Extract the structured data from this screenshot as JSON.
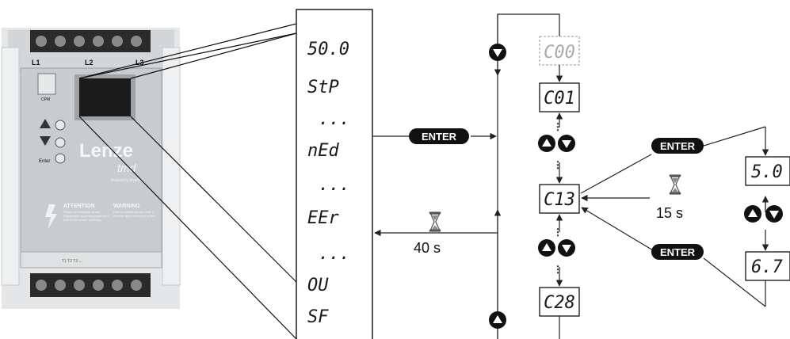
{
  "device": {
    "terminals_top": [
      "L1",
      "L2",
      "L3"
    ],
    "cpm_label": "CPM",
    "enter_label": "Enter",
    "brand": "Lenze",
    "model": "tmd",
    "tagline": "frequency inverter",
    "attention_title": "ATTENTION",
    "attention_text": "Hazard of electrical shock. Disconnect incoming power and wait 3 min before servicing.",
    "warning_title": "WARNING",
    "warning_text": "Risk of electric shock. Wait 3 minutes after removing power.",
    "terminal_strip_text": "T1 T2 T3 ..."
  },
  "status_codes": [
    "50.0",
    "StP",
    "...",
    "nEd",
    "...",
    "EEr",
    "...",
    "OU",
    "SF"
  ],
  "params": {
    "c00": "C00",
    "c01": "C01",
    "c13": "C13",
    "c28": "C28",
    "val1": "5.0",
    "val2": "6.7"
  },
  "buttons": {
    "enter": "ENTER"
  },
  "timers": {
    "t40": "40 s",
    "t15": "15 s"
  },
  "colors": {
    "button": "#111111",
    "panel": "#cfd2d4",
    "lcd": "#1b1b1b"
  }
}
